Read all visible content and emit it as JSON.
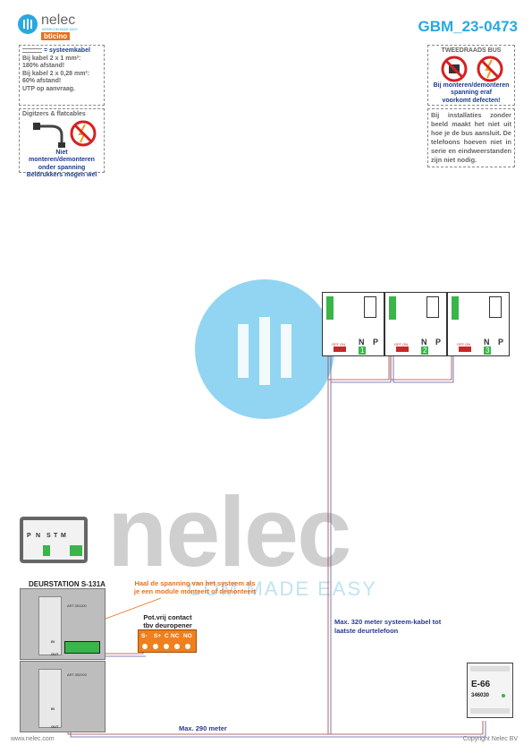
{
  "header": {
    "brand": "nelec",
    "brand_tagline": "INTERCOM MADE EASY",
    "sub_brand": "bticino",
    "doc_code": "GBM_23-0473"
  },
  "notes": {
    "systeemkabel": {
      "title": "= systeemkabel",
      "lines": [
        "Bij kabel 2 x 1 mm²:",
        "180% afstand!",
        "Bij kabel 2 x 0,28 mm²:",
        "60% afstand!",
        "UTP op aanvraag."
      ]
    },
    "digitzers": {
      "title": "Digitzers & flatcables",
      "warning_lines": [
        "Niet monteren/demonteren",
        "onder spanning",
        "Beldrukkers mogen wel"
      ]
    },
    "tweedraads": {
      "title": "TWEEDRAADS BUS",
      "warning_lines": [
        "Bij monteren/demonteren",
        "spanning eraf",
        "voorkomt defecten!"
      ]
    },
    "installatie": {
      "text": "Bij installaties zonder beeld maakt het niet uit hoe je de bus aansluit. De telefoons hoeven niet in serie en eindweerstanden zijn niet nodig."
    }
  },
  "diagram": {
    "watermark_brand": "nelec",
    "watermark_tagline": "COM MADE EASY",
    "phones": [
      {
        "n_label": "N",
        "p_label": "P",
        "number": "1",
        "switch_label": "OFF ON"
      },
      {
        "n_label": "N",
        "p_label": "P",
        "number": "2",
        "switch_label": "OFF ON"
      },
      {
        "n_label": "N",
        "p_label": "P",
        "number": "3",
        "switch_label": "OFF ON"
      }
    ],
    "module_terminals": [
      "P",
      "N",
      "S",
      "T",
      "M"
    ],
    "door_station_title": "DEURSTATION S-131A",
    "orange_note": "Haal de spanning van het systeem als je een module monteert of demonteert",
    "relay_title_1": "Pot.vrij contact",
    "relay_title_2": "tbv deuropener",
    "relay_terminals": [
      "S-",
      "S+",
      "C",
      "NC",
      "NO"
    ],
    "max_320": "Max. 320 meter systeem-kabel tot laatste deurtelefoon",
    "max_290": "Max. 290 meter",
    "psu_label": "E-66",
    "psu_code": "346030",
    "module_codes": [
      "ART.351100",
      "ART.352000"
    ],
    "io_labels": [
      "IN",
      "OUT",
      "IN",
      "OUT"
    ]
  },
  "footer": {
    "left": "www.nelec.com",
    "right": "Copyright Nelec BV"
  }
}
